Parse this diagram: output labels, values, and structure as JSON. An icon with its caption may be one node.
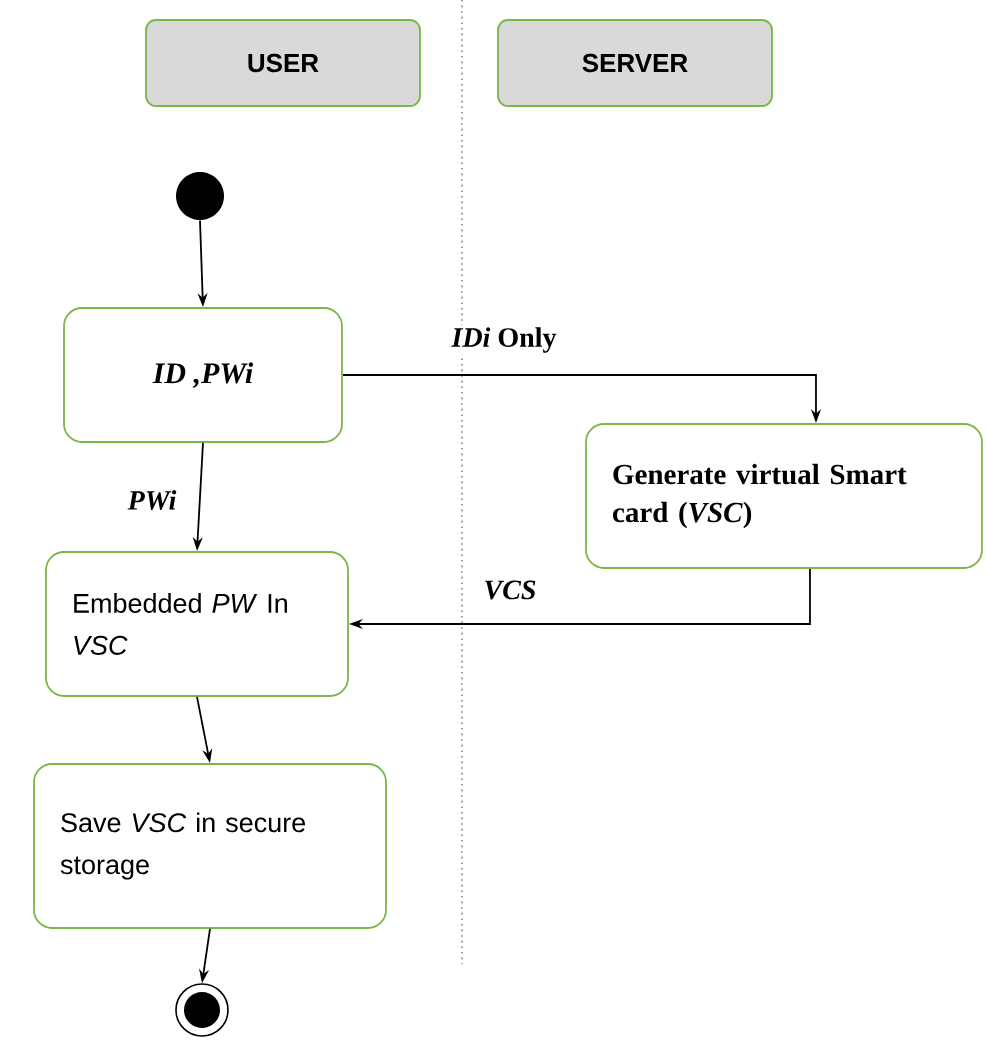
{
  "diagram": {
    "nodes": [
      {
        "text": [
          "USER"
        ]
      },
      {
        "text": [
          "SERVER"
        ]
      },
      {
        "text": [],
        "shape": "circle"
      },
      {
        "text": [
          "ID ,PWi"
        ]
      },
      {
        "text": [
          "Generate virtual Smart card (*VSC*)"
        ]
      },
      {
        "text": [
          "Embedded *PW* In *VSC*"
        ]
      },
      {
        "text": [
          "Save *VSC* in secure storage"
        ]
      },
      {
        "text": [],
        "shape": "circle"
      }
    ],
    "edges": [
      {
        "from": 2,
        "to": 3,
        "arrow": "to"
      },
      {
        "from": 3,
        "to": 4,
        "arrow": "to",
        "label": "*IDi* Only"
      },
      {
        "from": 3,
        "to": 5,
        "arrow": "to",
        "label": "PWi"
      },
      {
        "from": 4,
        "to": 5,
        "arrow": "to",
        "label": "VCS"
      },
      {
        "from": 5,
        "to": 6,
        "arrow": "to"
      },
      {
        "from": 6,
        "to": 7,
        "arrow": "to"
      }
    ]
  }
}
